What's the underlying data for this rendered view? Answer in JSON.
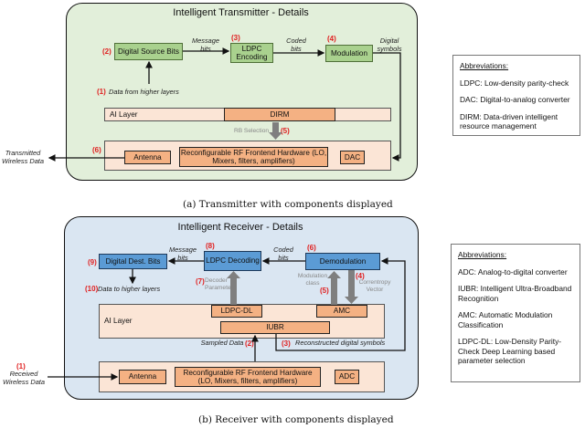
{
  "transmitter": {
    "title": "Intelligent Transmitter - Details",
    "blocks": {
      "source": "Digital Source Bits",
      "ldpc": "LDPC Encoding",
      "modulation": "Modulation",
      "ai_layer": "AI Layer",
      "dirm": "DIRM",
      "rf": "Reconfigurable RF Frontend Hardware (LO, Mixers, filters, amplifiers)",
      "antenna": "Antenna",
      "dac": "DAC"
    },
    "labels": {
      "message_bits": "Message bits",
      "coded_bits": "Coded bits",
      "digital_symbols": "Digital symbols",
      "higher_layers": "Data from higher layers",
      "rb_selection": "RB Selection",
      "transmitted": "Transmitted Wireless Data"
    },
    "numbers": {
      "n1": "(1)",
      "n2": "(2)",
      "n3": "(3)",
      "n4": "(4)",
      "n5": "(5)",
      "n6": "(6)"
    },
    "caption": "(a) Transmitter with components displayed",
    "abbreviations": {
      "heading": "Abbreviations:",
      "items": [
        "LDPC: Low-density parity-check",
        "DAC: Digital-to-analog converter",
        "DIRM: Data-driven intelligent resource management"
      ]
    }
  },
  "receiver": {
    "title": "Intelligent Receiver - Details",
    "blocks": {
      "dest": "Digital Dest. Bits",
      "ldpc": "LDPC Decoding",
      "demod": "Demodulation",
      "ai_layer": "AI Layer",
      "ldpc_dl": "LDPC-DL",
      "amc": "AMC",
      "iubr": "IUBR",
      "rf": "Reconfigurable RF Frontend Hardware (LO, Mixers, filters, amplifiers)",
      "antenna": "Antenna",
      "adc": "ADC"
    },
    "labels": {
      "message_bits": "Message bits",
      "coded_bits": "Coded bits",
      "higher_layers": "Data to higher layers",
      "decoder_params": "Decoder Parameters",
      "mod_class": "Modulation class",
      "correntropy": "Correntropy Vector",
      "sampled": "Sampled Data",
      "reconstructed": "Reconstructed digital symbols",
      "received": "Received Wireless Data"
    },
    "numbers": {
      "n1": "(1)",
      "n2": "(2)",
      "n3": "(3)",
      "n4": "(4)",
      "n5": "(5)",
      "n6": "(6)",
      "n7": "(7)",
      "n8": "(8)",
      "n9": "(9)",
      "n10": "(10)"
    },
    "caption": "(b) Receiver with components displayed",
    "abbreviations": {
      "heading": "Abbreviations:",
      "items": [
        "ADC: Analog-to-digital converter",
        "IUBR: Intelligent Ultra-Broadband Recognition",
        "AMC: Automatic Modulation Classification",
        "LDPC-DL: Low-Density Parity-Check Deep Learning based parameter selection"
      ]
    }
  }
}
